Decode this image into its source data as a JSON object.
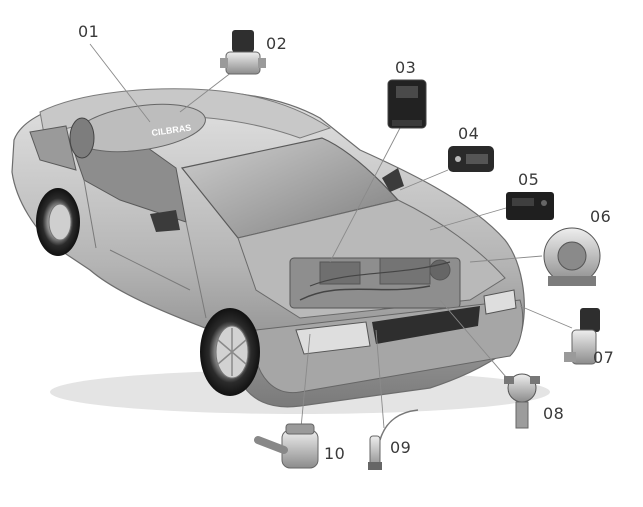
{
  "brand_text": "CILBRAS",
  "callouts": [
    {
      "id": "01",
      "label": "01"
    },
    {
      "id": "02",
      "label": "02"
    },
    {
      "id": "03",
      "label": "03"
    },
    {
      "id": "04",
      "label": "04"
    },
    {
      "id": "05",
      "label": "05"
    },
    {
      "id": "06",
      "label": "06"
    },
    {
      "id": "07",
      "label": "07"
    },
    {
      "id": "08",
      "label": "08"
    },
    {
      "id": "09",
      "label": "09"
    },
    {
      "id": "10",
      "label": "10"
    }
  ],
  "colors": {
    "body_light": "#d9d9d9",
    "body_mid": "#a8a8a8",
    "body_dark": "#5e5e5e",
    "glass": "#9a9a9a",
    "line": "#8a8a8a",
    "text": "#3a3a3a"
  }
}
